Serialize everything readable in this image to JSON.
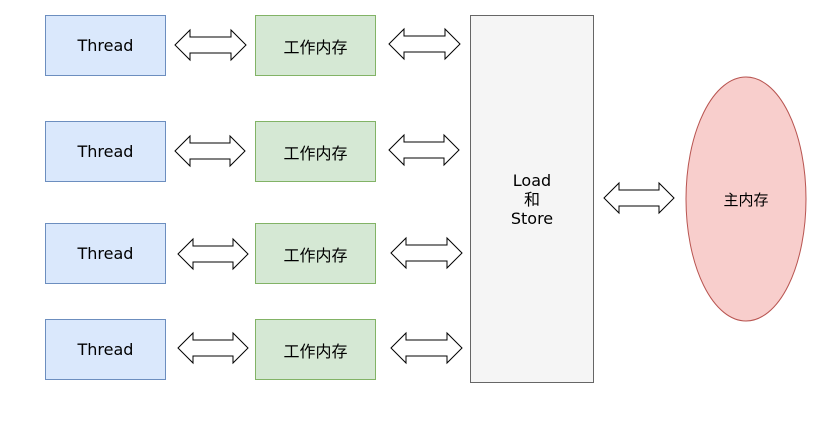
{
  "threads": [
    {
      "label": "Thread",
      "memory": "工作内存"
    },
    {
      "label": "Thread",
      "memory": "工作内存"
    },
    {
      "label": "Thread",
      "memory": "工作内存"
    },
    {
      "label": "Thread",
      "memory": "工作内存"
    }
  ],
  "load_store": {
    "line1": "Load",
    "line2": "和",
    "line3": "Store"
  },
  "main_memory": {
    "label": "主内存"
  },
  "colors": {
    "thread_fill": "#dae8fc",
    "thread_stroke": "#6c8ebf",
    "memory_fill": "#d5e8d4",
    "memory_stroke": "#82b366",
    "loadstore_fill": "#f5f5f5",
    "loadstore_stroke": "#666666",
    "main_fill": "#f8cecc",
    "main_stroke": "#b85450"
  }
}
